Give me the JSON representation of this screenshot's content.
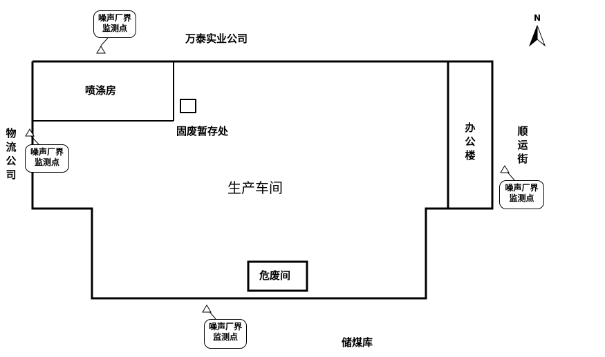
{
  "neighbors": {
    "north": "万泰实业公司",
    "west": "物流公司",
    "east": "顺运街",
    "south": "储煤库"
  },
  "rooms": {
    "paint_room": "喷涤房",
    "solid_waste_storage": "固废暂存处",
    "production_workshop": "生产车间",
    "office_building": "办公楼",
    "hazardous_waste_room": "危废间"
  },
  "noise_monitor": {
    "line1": "噪声厂界",
    "line2": "监测点"
  },
  "compass": {
    "north_label": "N"
  },
  "colors": {
    "stroke": "#000000",
    "background": "#ffffff"
  }
}
